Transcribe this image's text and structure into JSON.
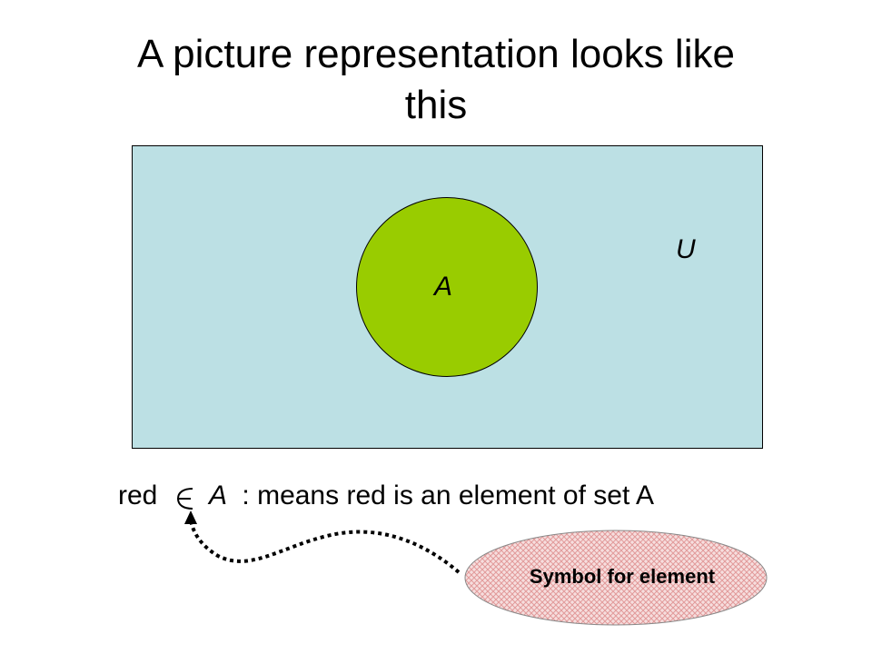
{
  "title": {
    "line1": "A picture representation looks like",
    "line2": "this"
  },
  "diagram": {
    "universe_label": "U",
    "set_label": "A",
    "colors": {
      "universe_fill": "#bce0e4",
      "set_fill": "#99cc00",
      "callout_pattern": "#e8a6a6"
    }
  },
  "statement": {
    "element": "red",
    "symbol_icon": "element-of-icon",
    "set": "A",
    "description": ": means red is an element of set A"
  },
  "callout": {
    "text": "Symbol for element"
  }
}
